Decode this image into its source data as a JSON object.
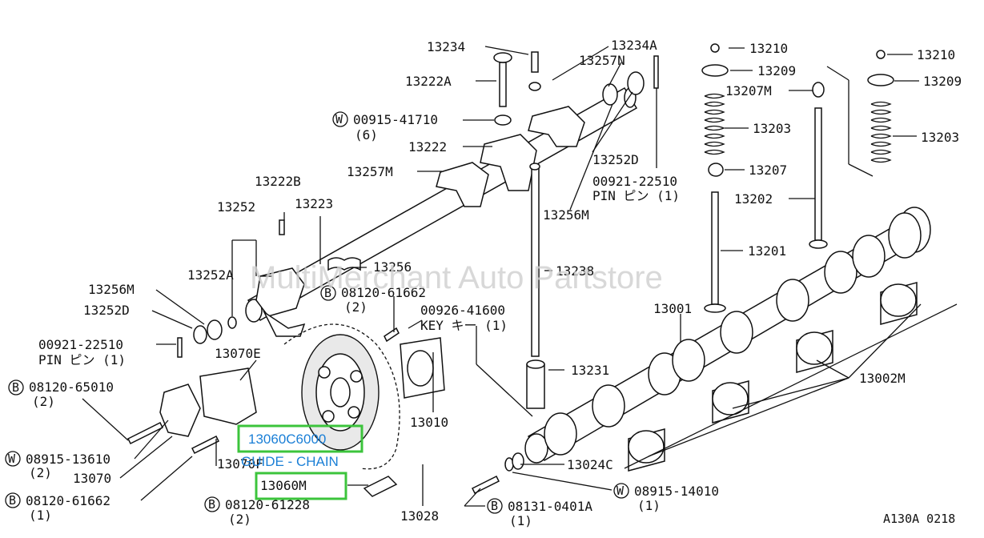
{
  "watermark": "MultiMerchant Auto Partstore",
  "diagram_code": "A130A 0218",
  "callouts": {
    "c13234": "13234",
    "c13234A": "13234A",
    "c13257N": "13257N",
    "c13222A": "13222A",
    "c00915_41710": "00915-41710",
    "c00915_41710_q": "(6)",
    "c13222": "13222",
    "c13252D_top": "13252D",
    "c00921_22510_top": "00921-22510",
    "c00921_22510_top_pin": "PIN ピン (1)",
    "c13257M": "13257M",
    "c13222B": "13222B",
    "c13223": "13223",
    "c13252": "13252",
    "c13256M_top": "13256M",
    "c13252A": "13252A",
    "c13256": "13256",
    "c13238": "13238",
    "c08120_61662_top": "08120-61662",
    "c08120_61662_top_q": "(2)",
    "c00926_41600": "00926-41600",
    "c00926_41600_key": "KEY キー (1)",
    "c13256M_left": "13256M",
    "c13252D_left": "13252D",
    "c00921_22510_left": "00921-22510",
    "c00921_22510_left_pin": "PIN ピン (1)",
    "c13070E": "13070E",
    "c08120_65010": "08120-65010",
    "c08120_65010_q": "(2)",
    "c08915_13610": "08915-13610",
    "c08915_13610_q": "(2)",
    "c13070": "13070",
    "c13070F": "13070F",
    "c08120_61662_bot": "08120-61662",
    "c08120_61662_bot_q": "(1)",
    "c08120_61228": "08120-61228",
    "c08120_61228_q": "(2)",
    "c13060M": "13060M",
    "c13028": "13028",
    "c13010": "13010",
    "c13231": "13231",
    "c13024C": "13024C",
    "c08915_14010": "08915-14010",
    "c08915_14010_q": "(1)",
    "c08131_0401A": "08131-0401A",
    "c08131_0401A_q": "(1)",
    "c13001": "13001",
    "c13002M": "13002M",
    "c13210_a": "13210",
    "c13209_a": "13209",
    "c13207M": "13207M",
    "c13203_a": "13203",
    "c13207": "13207",
    "c13202": "13202",
    "c13201": "13201",
    "c13210_b": "13210",
    "c13209_b": "13209",
    "c13203_b": "13203"
  },
  "symbols": {
    "washer": "W",
    "bolt": "B"
  },
  "highlight": {
    "part_number": "13060C6000",
    "description": "GUIDE - CHAIN",
    "color": "#3cc43c",
    "text_color": "#1a7fd6"
  }
}
